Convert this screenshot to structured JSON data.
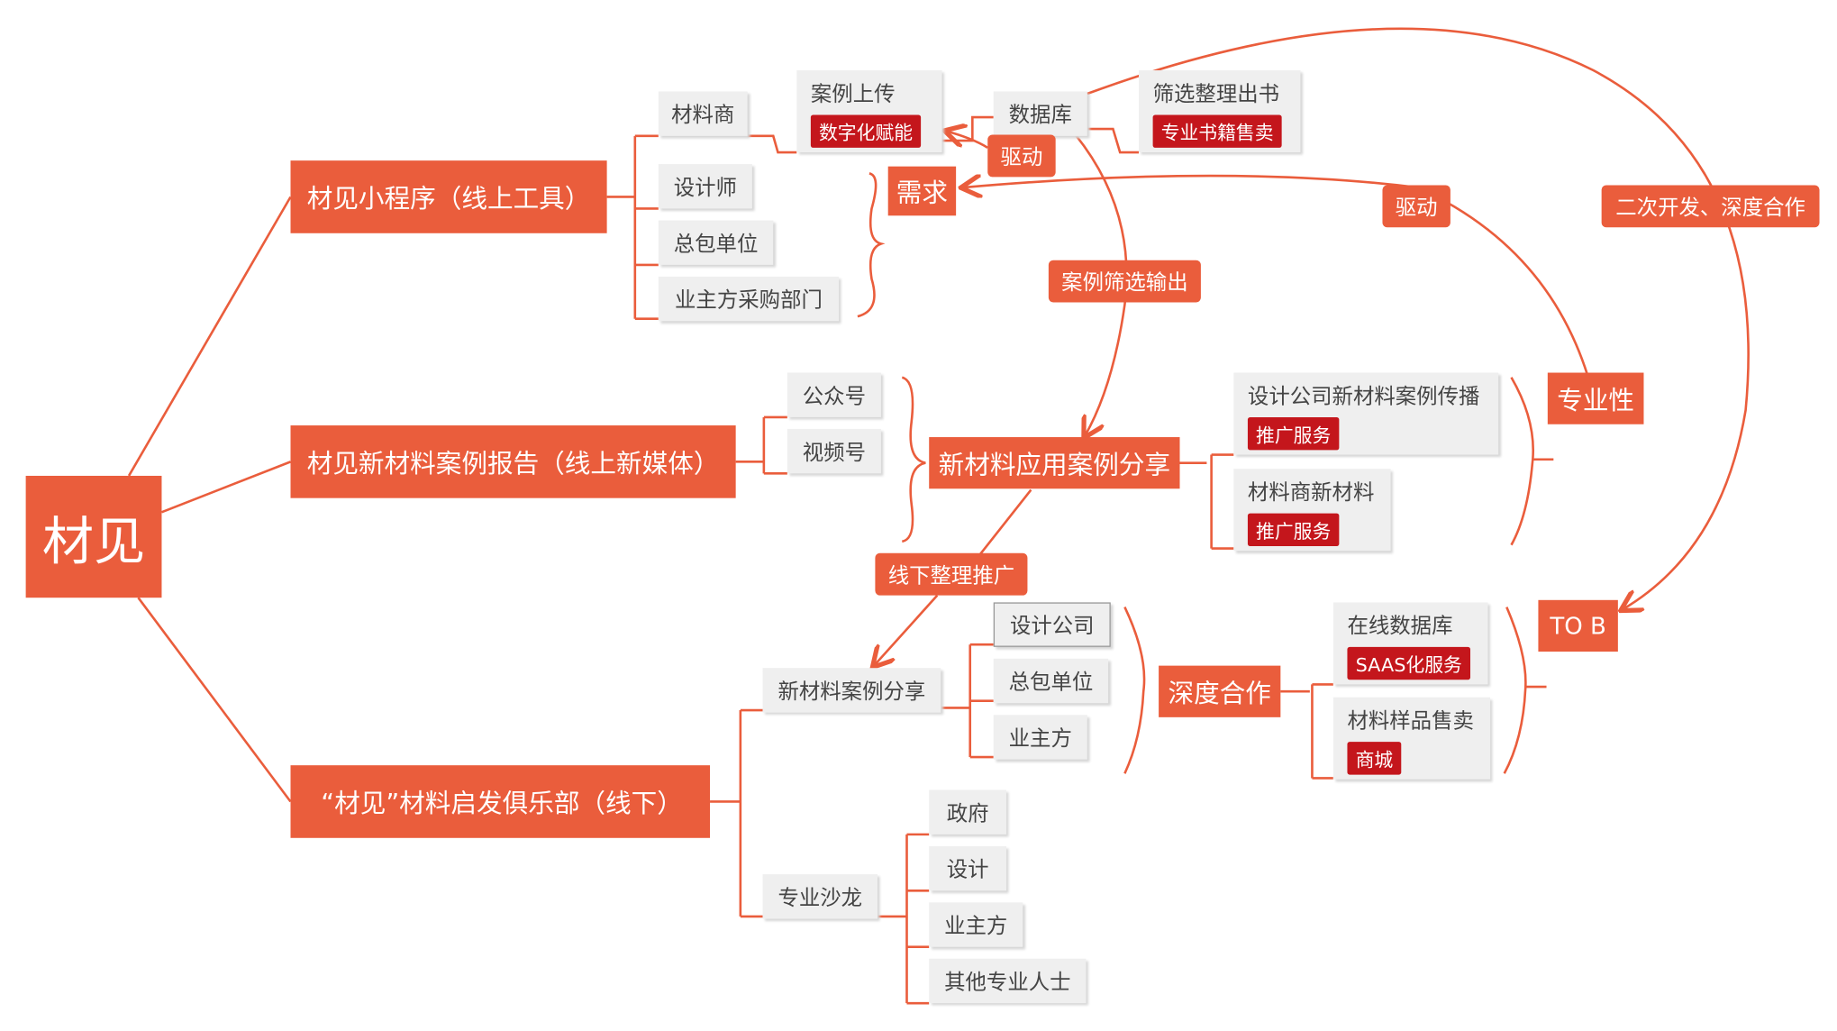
{
  "root": "材见",
  "branches": [
    "材见小程序（线上工具）",
    "材见新材料案例报告（线上新媒体）",
    "“材见”材料启发俱乐部（线下）"
  ],
  "mini": {
    "supplier": "材料商",
    "designer": "设计师",
    "contractor": "总包单位",
    "owner_purchase": "业主方采购部门",
    "case_upload": "案例上传",
    "case_upload_tag": "数字化赋能",
    "database": "数据库",
    "book": "筛选整理出书",
    "book_tag": "专业书籍售卖",
    "demand": "需求"
  },
  "labels": {
    "drive1": "驱动",
    "drive2": "驱动",
    "secondary": "二次开发、深度合作",
    "case_filter": "案例筛选输出",
    "offline_promo": "线下整理推广"
  },
  "media": {
    "wechat": "公众号",
    "video": "视频号",
    "share": "新材料应用案例分享",
    "design_spread": "设计公司新材料案例传播",
    "design_spread_tag": "推广服务",
    "supplier_new": "材料商新材料",
    "supplier_new_tag": "推广服务",
    "professional": "专业性"
  },
  "club": {
    "case_share": "新材料案例分享",
    "design_co": "设计公司",
    "contractor": "总包单位",
    "owner": "业主方",
    "deep": "深度合作",
    "online_db": "在线数据库",
    "online_db_tag": "SAAS化服务",
    "sample": "材料样品售卖",
    "sample_tag": "商城",
    "tob": "TO B",
    "salon": "专业沙龙",
    "gov": "政府",
    "design": "设计",
    "salon_owner": "业主方",
    "others": "其他专业人士"
  },
  "colors": {
    "accent": "#ea5d3c",
    "tag": "#c4161c",
    "node": "#efefef"
  }
}
